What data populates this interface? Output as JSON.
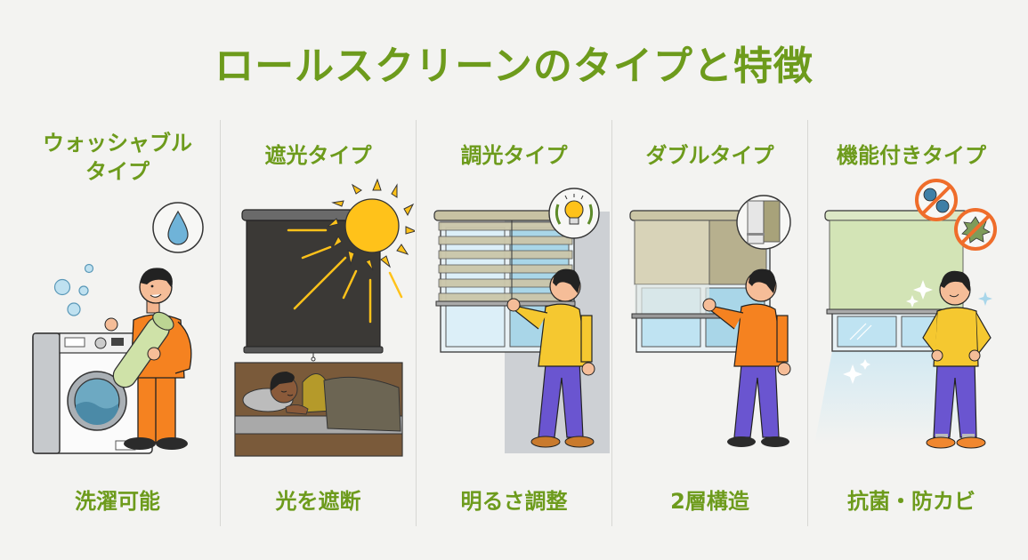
{
  "title": "ロールスクリーンのタイプと特徴",
  "colors": {
    "accent_green": "#6d9b1c",
    "background": "#f3f3f1",
    "divider": "#d7d7d4",
    "shirt_orange": "#f58220",
    "shirt_yellow": "#f5c830",
    "pants_purple": "#6a55d0",
    "sun_yellow": "#ffc21a",
    "blackout_gray": "#3b3936",
    "forbidden_orange": "#ef6d2b"
  },
  "columns": [
    {
      "title_line1": "ウォッシャブル",
      "title_line2": "タイプ",
      "feature": "洗濯可能",
      "icons": [
        "water-drop-icon",
        "washing-machine",
        "bubbles"
      ]
    },
    {
      "title_line1": "遮光タイプ",
      "feature": "光を遮断",
      "icons": [
        "sun-icon",
        "blackout-screen",
        "sleeping-person"
      ]
    },
    {
      "title_line1": "調光タイプ",
      "feature": "明るさ調整",
      "icons": [
        "lightbulb-adjust-icon",
        "dimming-blind"
      ]
    },
    {
      "title_line1": "ダブルタイプ",
      "feature": "2層構造",
      "icons": [
        "double-layer-detail-icon",
        "double-screen"
      ]
    },
    {
      "title_line1": "機能付きタイプ",
      "feature": "抗菌・防カビ",
      "icons": [
        "no-bacteria-icon",
        "no-mold-icon",
        "sparkle-icon"
      ]
    }
  ]
}
